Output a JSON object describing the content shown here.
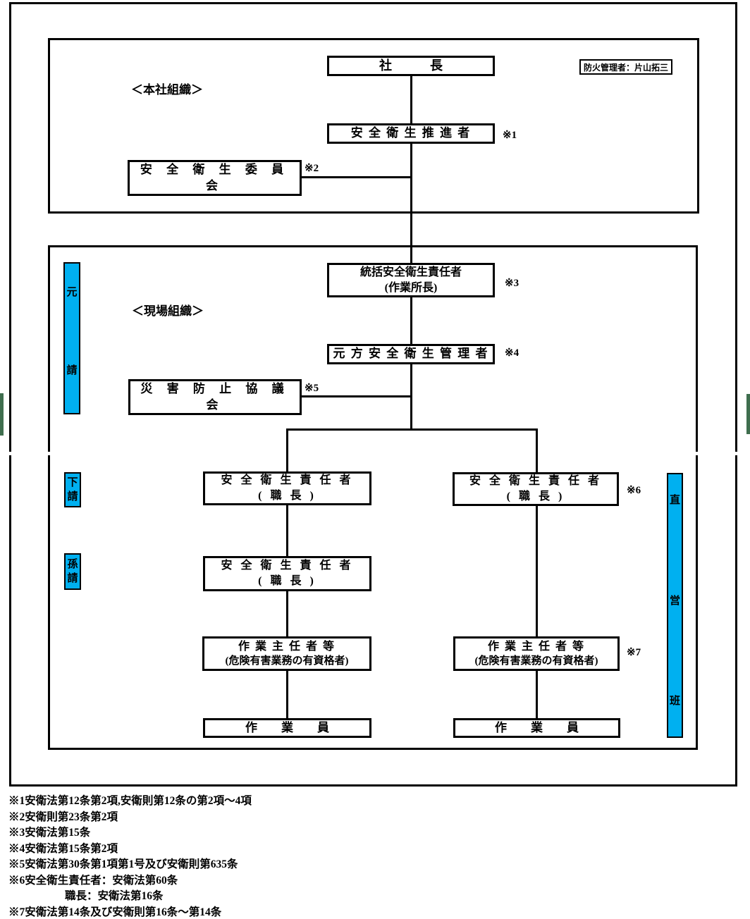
{
  "section_labels": {
    "head_office": "＜本社組織＞",
    "site": "＜現場組織＞"
  },
  "fire_manager_label": "防火管理者：片山拓三",
  "nodes": {
    "president": "社　　　長",
    "promoter": "安 全 衛 生 推 進 者",
    "committee": "安 全 衛 生 委 員 会",
    "overall_manager_l1": "統括安全衛生責任者",
    "overall_manager_l2": "(作業所長)",
    "principal_manager": "元 方 安 全 衛 生 管 理 者",
    "disaster_council": "災 害 防 止 協 議 会",
    "foreman_l1": "安 全 衛 生 責 任 者",
    "foreman_l2": "( 職 長 )",
    "chief_l1": "作 業 主 任 者 等",
    "chief_l2": "(危険有害業務の有資格者)",
    "worker": "作　　業　　員"
  },
  "refs": {
    "r1": "※1",
    "r2": "※2",
    "r3": "※3",
    "r4": "※4",
    "r5": "※5",
    "r6": "※6",
    "r7": "※7"
  },
  "side_labels": {
    "motouke": [
      "元",
      "請"
    ],
    "shitauke": [
      "下",
      "請"
    ],
    "magouke": [
      "孫",
      "請"
    ],
    "chokuei": [
      "直",
      "営",
      "班"
    ]
  },
  "footnotes": [
    "※1安衛法第12条第2項,安衛則第12条の第2項～4項",
    "※2安衛則第23条第2項",
    "※3安衛法第15条",
    "※4安衛法第15条第2項",
    "※5安衛法第30条第1項第1号及び安衛則第635条",
    "※6安全衛生責任者：安衛法第60条",
    "職長：安衛法第16条",
    "※7安衛法第14条及び安衛則第16条～第14条"
  ],
  "colors": {
    "bar_blue": "#00B0F0",
    "edge_green": "#3F6E4E",
    "line_black": "#000000"
  }
}
